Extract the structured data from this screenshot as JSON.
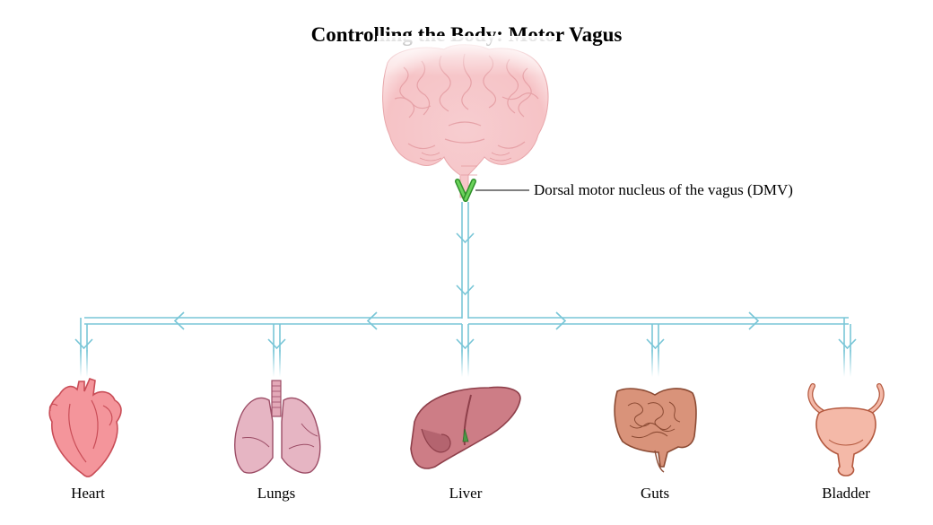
{
  "title": "Controlling the Body: Motor Vagus",
  "nucleus": {
    "label": "Dorsal motor nucleus of the vagus (DMV)",
    "icon": "vagus-nucleus-icon",
    "color": "#4cc43f"
  },
  "brain": {
    "icon": "brain-icon",
    "color": "#f5c7c9"
  },
  "pathway": {
    "color": "#79c6d7"
  },
  "organs": [
    {
      "id": "heart",
      "label": "Heart",
      "icon": "heart-icon",
      "color": "#f28a8f"
    },
    {
      "id": "lungs",
      "label": "Lungs",
      "icon": "lungs-icon",
      "color": "#e8b4c0"
    },
    {
      "id": "liver",
      "label": "Liver",
      "icon": "liver-icon",
      "color": "#c97980"
    },
    {
      "id": "guts",
      "label": "Guts",
      "icon": "guts-icon",
      "color": "#d9937a"
    },
    {
      "id": "bladder",
      "label": "Bladder",
      "icon": "bladder-icon",
      "color": "#f3b8a8"
    }
  ]
}
